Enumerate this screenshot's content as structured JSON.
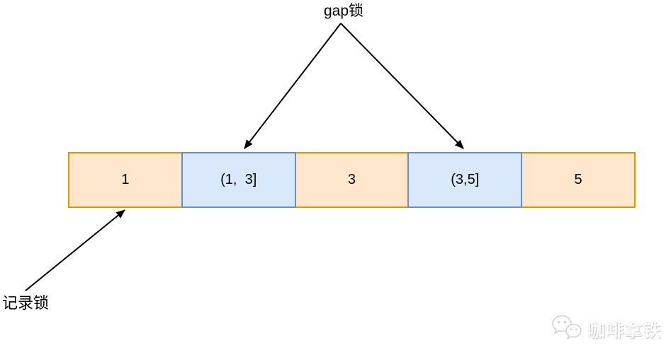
{
  "diagram": {
    "gap_lock_label": "gap锁",
    "record_lock_label": "记录锁"
  },
  "cells": [
    {
      "label": "1",
      "lock_type": "record"
    },
    {
      "label": "(1,  3]",
      "lock_type": "gap"
    },
    {
      "label": "3",
      "lock_type": "record"
    },
    {
      "label": "(3,5]",
      "lock_type": "gap"
    },
    {
      "label": "5",
      "lock_type": "record"
    }
  ],
  "watermark": {
    "text": "咖啡拿铁",
    "icon": "wechat-icon"
  },
  "colors": {
    "record_fill": "#FFE6CC",
    "record_border": "#D79B00",
    "gap_fill": "#DAE8FC",
    "gap_border": "#6C8EBF",
    "arrow": "#000000",
    "text": "#000000",
    "watermark": "#ECECEC"
  }
}
